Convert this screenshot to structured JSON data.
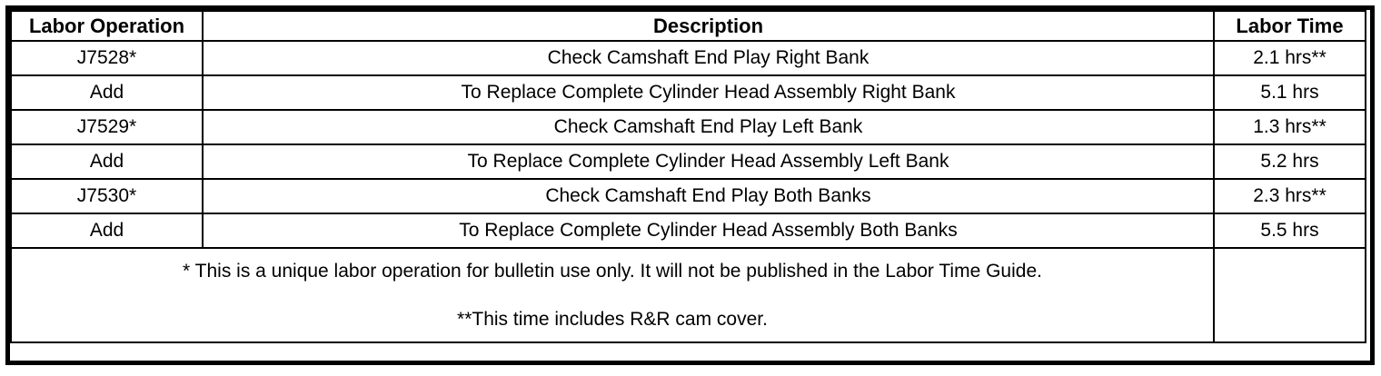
{
  "colors": {
    "border": "#000000",
    "background": "#ffffff",
    "text": "#000000"
  },
  "table": {
    "columns": [
      {
        "label": "Labor Operation"
      },
      {
        "label": "Description"
      },
      {
        "label": "Labor Time"
      }
    ],
    "rows": [
      {
        "op": "J7528*",
        "desc": "Check Camshaft End Play Right Bank",
        "time": "2.1 hrs**"
      },
      {
        "op": "Add",
        "desc": "To Replace Complete Cylinder Head Assembly Right Bank",
        "time": "5.1 hrs"
      },
      {
        "op": "J7529*",
        "desc": "Check Camshaft End Play Left Bank",
        "time": "1.3 hrs**"
      },
      {
        "op": "Add",
        "desc": "To Replace Complete Cylinder Head Assembly Left Bank",
        "time": "5.2 hrs"
      },
      {
        "op": "J7530*",
        "desc": "Check Camshaft End Play Both Banks",
        "time": "2.3 hrs**"
      },
      {
        "op": "Add",
        "desc": "To Replace Complete Cylinder Head Assembly Both Banks",
        "time": "5.5 hrs"
      }
    ],
    "footnotes": [
      "* This is a unique labor operation for bulletin use only. It will not be published in the Labor Time Guide.",
      "**This time includes R&R cam cover."
    ]
  }
}
